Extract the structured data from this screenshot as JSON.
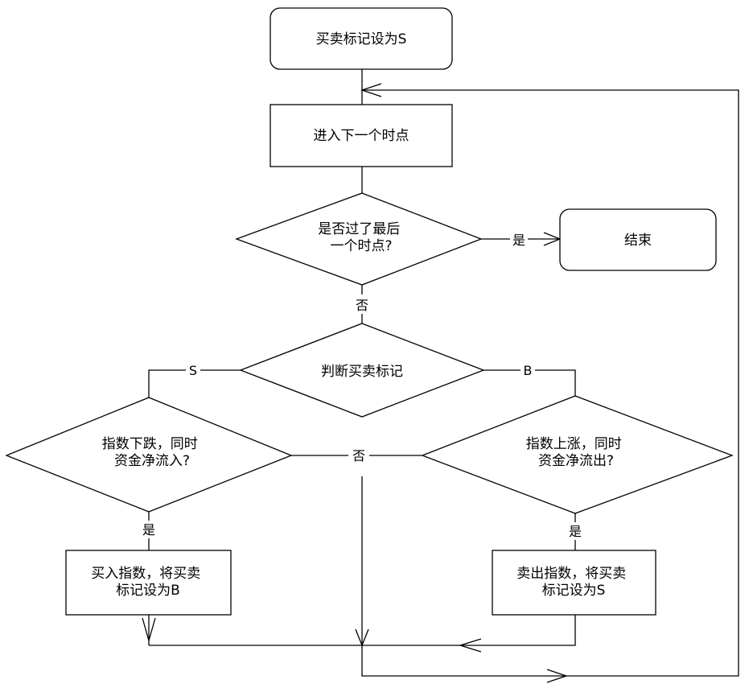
{
  "nodes": {
    "start": {
      "text": [
        "买卖标记设为S"
      ]
    },
    "next_time": {
      "text": [
        "进入下一个时点"
      ]
    },
    "past_last": {
      "text": [
        "是否过了最后",
        "一个时点?"
      ]
    },
    "end": {
      "text": [
        "结束"
      ]
    },
    "check_flag": {
      "text": [
        "判断买卖标记"
      ]
    },
    "cond_s": {
      "text": [
        "指数下跌，同时",
        "资金净流入?"
      ]
    },
    "cond_b": {
      "text": [
        "指数上涨，同时",
        "资金净流出?"
      ]
    },
    "buy": {
      "text": [
        "买入指数，将买卖",
        "标记设为B"
      ]
    },
    "sell": {
      "text": [
        "卖出指数，将买卖",
        "标记设为S"
      ]
    }
  },
  "edge_labels": {
    "past_last_yes": "是",
    "past_last_no": "否",
    "flag_s": "S",
    "flag_b": "B",
    "cond_no": "否",
    "cond_s_yes": "是",
    "cond_b_yes": "是"
  }
}
